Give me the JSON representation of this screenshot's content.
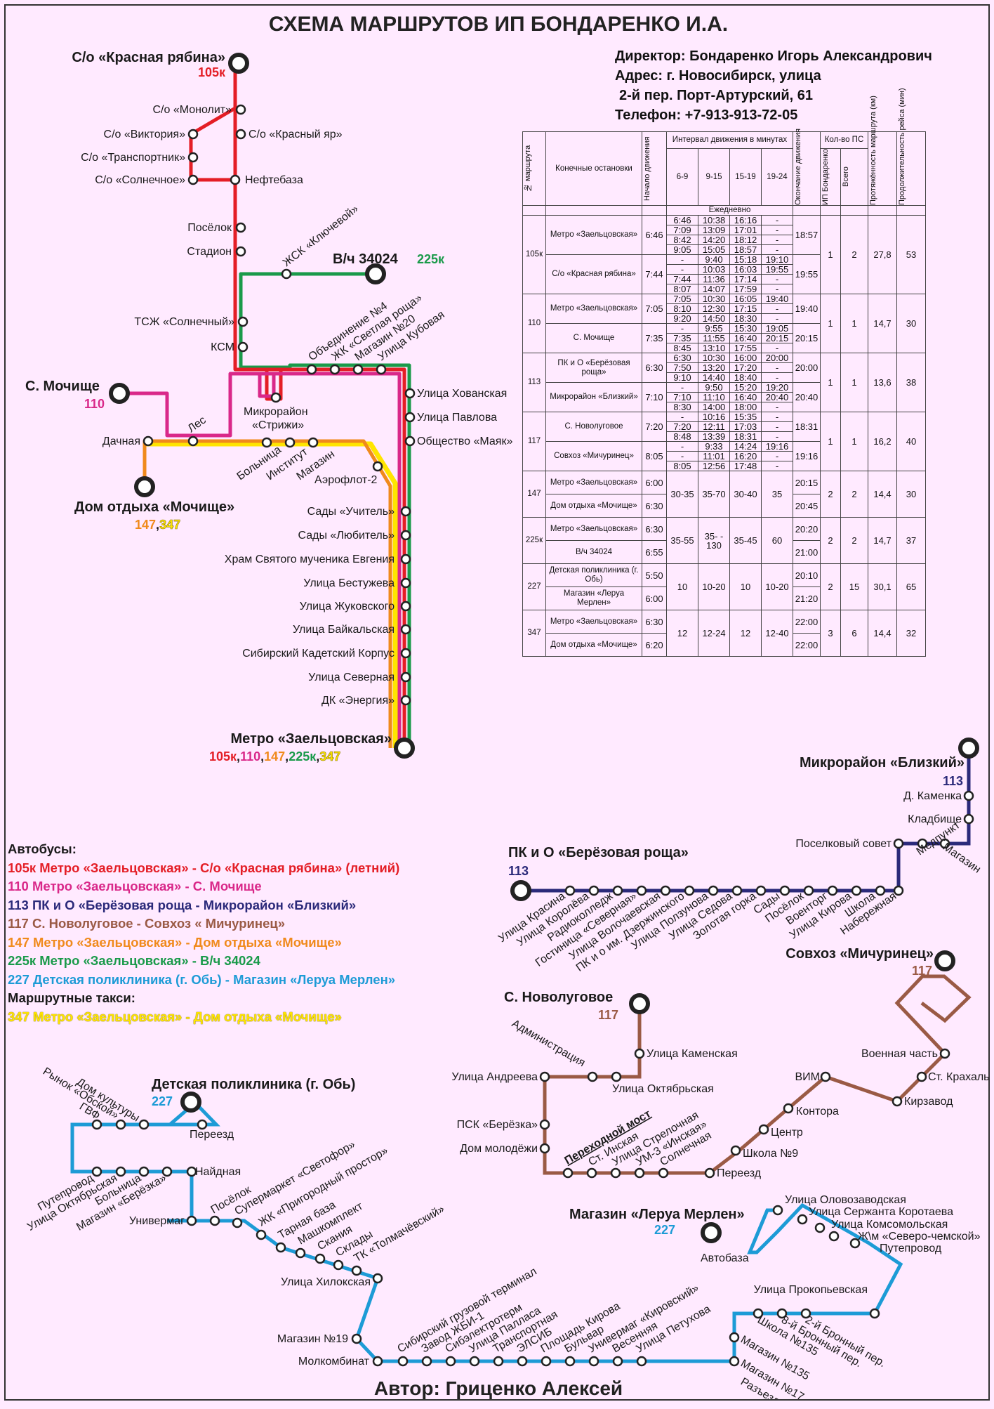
{
  "title": "СХЕМА МАРШРУТОВ ИП БОНДАРЕНКО И.А.",
  "info": [
    "Директор: Бондаренко Игорь Александрович",
    "Адрес: г. Новосибирск, улица",
    "2-й пер. Порт-Артурский, 61",
    "Телефон: +7-913-913-72-05"
  ],
  "author": "Автор: Гриценко Алексей",
  "legend": {
    "buses_heading": "Автобусы:",
    "taxis_heading": "Маршрутные такси:",
    "items": [
      {
        "text": "105к Метро «Заельцовская» - С/о «Красная рябина» (летний)",
        "color": "#e41e26"
      },
      {
        "text": "110 Метро «Заельцовская» - С. Мочище",
        "color": "#d92889"
      },
      {
        "text": "113 ПК и О «Берёзовая роща - Микрорайон «Близкий»",
        "color": "#2b2a7a"
      },
      {
        "text": "117 С. Новолуговое - Совхоз « Мичуринец»",
        "color": "#9a5a45"
      },
      {
        "text": "147 Метро «Заельцовская» - Дом отдыха «Мочище»",
        "color": "#f08a1c"
      },
      {
        "text": "225к Метро «Заельцовская» - В/ч 34024",
        "color": "#1a9a4a"
      },
      {
        "text": "227 Детская поликлиника (г. Обь) - Магазин «Леруа Мерлен»",
        "color": "#1d9bd6"
      }
    ],
    "taxi_items": [
      {
        "text": "347 Метро «Заельцовская» - Дом отдыха «Мочище»",
        "color": "#ffe500"
      }
    ]
  },
  "colors": {
    "r105": "#e41e26",
    "r110": "#d92889",
    "r113": "#2b2a7a",
    "r117": "#9a5a45",
    "r147": "#f08a1c",
    "r225": "#1a9a4a",
    "r227": "#1d9bd6",
    "r347": "#ffe500",
    "background": "#ffeaff"
  },
  "map": {
    "north": {
      "terminals": {
        "red_ryabina": "С/о «Красная рябина»",
        "red_ryabina_code": "105к",
        "vch": "В/ч 34024",
        "vch_code": "225к",
        "mochische": "С. Мочище",
        "mochische_code": "110",
        "dom_otdyha": "Дом отдыха «Мочище»",
        "dom_codes": [
          "147",
          ",",
          "347"
        ],
        "metro": "Метро «Заельцовская»",
        "metro_codes": [
          "105к",
          ",",
          "110",
          ",",
          "147",
          ",",
          "225к",
          ",",
          "347"
        ]
      },
      "stops": [
        "С/о «Монолит»",
        "С/о «Виктория»",
        "С/о «Красный яр»",
        "С/о «Транспортник»",
        "С/о «Солнечное»",
        "Нефтебаза",
        "Посёлок",
        "Стадион",
        "ЖСК «Ключевой»",
        "ТСЖ «Солнечный»",
        "КСМ",
        "Объединение №4",
        "ЖК «Светлая роща»",
        "Магазин №20",
        "Улица Кубовая",
        "Улица Хованская",
        "Улица Павлова",
        "Общество «Маяк»",
        "Микрорайон",
        "«Стрижи»",
        "Лес",
        "Дачная",
        "Больница",
        "Институт",
        "Магазин",
        "Аэрофлот-2",
        "Сады «Учитель»",
        "Сады «Любитель»",
        "Храм Святого мученика Евгения",
        "Улица Бестужева",
        "Улица Жуковского",
        "Улица Байкальская",
        "Сибирский Кадетский Корпус",
        "Улица Северная",
        "ДК «Энергия»"
      ]
    },
    "r113": {
      "terminals": {
        "blizkiy": "Микрорайон «Близкий»",
        "code": "113",
        "roscha": "ПК и О «Берёзовая роща»",
        "code2": "113"
      },
      "stops": [
        "Д. Каменка",
        "Кладбище",
        "Поселковый совет",
        "Медпункт",
        "Магазин",
        "Улица Красина",
        "Улица Королёва",
        "Радиоколледж",
        "Гостиница «Северная»",
        "Улица Волочаевская",
        "ПК и о им. Дзержинского",
        "Улица Ползунова",
        "Улица Седова",
        "Золотая горка",
        "Сады",
        "Посёлок",
        "Военторг",
        "Улица Кирова",
        "Школа",
        "Набережная"
      ]
    },
    "r117": {
      "terminals": {
        "michurinets": "Совхоз «Мичуринец»",
        "code": "117",
        "novolugovoe": "С. Новолуговое",
        "code2": "117"
      },
      "stops": [
        "Администрация",
        "Улица Каменская",
        "Улица Андреева",
        "Улица Октябрьская",
        "ПСК «Берёзка»",
        "Дом молодёжи",
        "Переходной мост",
        "Ст. Инская",
        "Улица Стрелочная",
        "УМ-3 «Инская»",
        "Солнечная",
        "Переезд",
        "Школа №9",
        "Центр",
        "Контора",
        "ВИМ",
        "Военная часть",
        "Ст. Крахаль",
        "Кирзавод"
      ]
    },
    "r227": {
      "terminals": {
        "poliklinika": "Детская поликлиника (г. Обь)",
        "code": "227",
        "leroy": "Магазин «Леруа Мерлен»",
        "code2": "227"
      },
      "stops": [
        "Рынок «Обской»",
        "Дом культуры",
        "ГВФ",
        "Переезд",
        "Путепровод",
        "Улица Октябрьская",
        "Больница",
        "Магазин «Берёзка»",
        "Найдная",
        "Универмаг",
        "Посёлок",
        "Супермаркет «Светофор»",
        "ЖК «Пригородный простор»",
        "Тарная база",
        "Машкомплект",
        "Скания",
        "Склады",
        "ТК «Толмачёвский»",
        "Улица Хилокская",
        "Магазин №19",
        "Молкомбинат",
        "Сибирский грузовой терминал",
        "Завод ЖБИ-1",
        "Сибэлектротерм",
        "Улица Палласа",
        "Транспортная",
        "ЭЛСИБ",
        "Площадь Кирова",
        "Бульвар",
        "Универмаг «Кировский»",
        "Весенняя",
        "Улица Петухова",
        "Магазин №135",
        "Школа №135",
        "8-й Бронный пер.",
        "2-й Бронный пер.",
        "Магазин №17",
        "Разъезд",
        "Автобаза",
        "Улица Оловозаводская",
        "Улица Сержанта Коротаева",
        "Улица Комсомольская",
        "Ж\\м «Северо-чемской»",
        "Путепровод",
        "Улица Прокопьевская"
      ]
    }
  },
  "schedule": {
    "headers": {
      "route": "№ маршрута",
      "terminals": "Конечные остановки",
      "start": "Начало движения",
      "interval": "Интервал движения в минутах",
      "end": "Окончание движения",
      "count": "Кол-во ПС",
      "ip": "ИП Бондаренко",
      "total": "Всего",
      "length": "Протяжённость маршрута (км)",
      "duration": "Продолжительность рейса (мин)",
      "daily": "Ежедневно",
      "cols": [
        "6-9",
        "9-15",
        "15-19",
        "19-24"
      ]
    },
    "routes": [
      {
        "route": "105к",
        "ip": "1",
        "total": "2",
        "length": "27,8",
        "duration": "53",
        "groups": [
          {
            "stop": "Метро «Заельцовская»",
            "start": "6:46",
            "end": "18:57",
            "times": [
              [
                "6:46",
                "10:38",
                "16:16",
                "-"
              ],
              [
                "7:09",
                "13:09",
                "17:01",
                "-"
              ],
              [
                "8:42",
                "14:20",
                "18:12",
                "-"
              ],
              [
                "9:05",
                "15:05",
                "18:57",
                "-"
              ]
            ]
          },
          {
            "stop": "С/о «Красная рябина»",
            "start": "7:44",
            "end": "19:55",
            "times": [
              [
                "-",
                "9:40",
                "15:18",
                "19:10"
              ],
              [
                "-",
                "10:03",
                "16:03",
                "19:55"
              ],
              [
                "7:44",
                "11:36",
                "17:14",
                "-"
              ],
              [
                "8:07",
                "14:07",
                "17:59",
                "-"
              ]
            ]
          }
        ]
      },
      {
        "route": "110",
        "ip": "1",
        "total": "1",
        "length": "14,7",
        "duration": "30",
        "groups": [
          {
            "stop": "Метро «Заельцовская»",
            "start": "7:05",
            "end": "19:40",
            "times": [
              [
                "7:05",
                "10:30",
                "16:05",
                "19:40"
              ],
              [
                "8:10",
                "12:30",
                "17:15",
                "-"
              ],
              [
                "9:20",
                "14:50",
                "18:30",
                "-"
              ]
            ]
          },
          {
            "stop": "С. Мочище",
            "start": "7:35",
            "end": "20:15",
            "times": [
              [
                "-",
                "9:55",
                "15:30",
                "19:05"
              ],
              [
                "7:35",
                "11:55",
                "16:40",
                "20:15"
              ],
              [
                "8:45",
                "13:10",
                "17:55",
                "-"
              ]
            ]
          }
        ]
      },
      {
        "route": "113",
        "ip": "1",
        "total": "1",
        "length": "13,6",
        "duration": "38",
        "groups": [
          {
            "stop": "ПК и О «Берёзовая роща»",
            "start": "6:30",
            "end": "20:00",
            "times": [
              [
                "6:30",
                "10:30",
                "16:00",
                "20:00"
              ],
              [
                "7:50",
                "13:20",
                "17:20",
                "-"
              ],
              [
                "9:10",
                "14:40",
                "18:40",
                "-"
              ]
            ]
          },
          {
            "stop": "Микрорайон «Близкий»",
            "start": "7:10",
            "end": "20:40",
            "times": [
              [
                "-",
                "9:50",
                "15:20",
                "19:20"
              ],
              [
                "7:10",
                "11:10",
                "16:40",
                "20:40"
              ],
              [
                "8:30",
                "14:00",
                "18:00",
                "-"
              ]
            ]
          }
        ]
      },
      {
        "route": "117",
        "ip": "1",
        "total": "1",
        "length": "16,2",
        "duration": "40",
        "groups": [
          {
            "stop": "С. Новолуговое",
            "start": "7:20",
            "end": "18:31",
            "times": [
              [
                "-",
                "10:16",
                "15:35",
                "-"
              ],
              [
                "7:20",
                "12:11",
                "17:03",
                "-"
              ],
              [
                "8:48",
                "13:39",
                "18:31",
                "-"
              ]
            ]
          },
          {
            "stop": "Совхоз «Мичуринец»",
            "start": "8:05",
            "end": "19:16",
            "times": [
              [
                "-",
                "9:33",
                "14:24",
                "19:16"
              ],
              [
                "-",
                "11:01",
                "16:20",
                "-"
              ],
              [
                "8:05",
                "12:56",
                "17:48",
                "-"
              ]
            ]
          }
        ]
      },
      {
        "route": "147",
        "ip": "2",
        "total": "2",
        "length": "14,4",
        "duration": "30",
        "intervals": [
          "30-35",
          "35-70",
          "30-40",
          "35"
        ],
        "rows": [
          {
            "stop": "Метро «Заельцовская»",
            "start": "6:00",
            "end": "20:15"
          },
          {
            "stop": "Дом отдыха «Мочище»",
            "start": "6:30",
            "end": "20:45"
          }
        ]
      },
      {
        "route": "225к",
        "ip": "2",
        "total": "2",
        "length": "14,7",
        "duration": "37",
        "intervals": [
          "35-55",
          "35- - 130",
          "35-45",
          "60"
        ],
        "rows": [
          {
            "stop": "Метро «Заельцовская»",
            "start": "6:30",
            "end": "20:20"
          },
          {
            "stop": "В/ч 34024",
            "start": "6:55",
            "end": "21:00"
          }
        ]
      },
      {
        "route": "227",
        "ip": "2",
        "total": "15",
        "length": "30,1",
        "duration": "65",
        "intervals": [
          "10",
          "10-20",
          "10",
          "10-20"
        ],
        "rows": [
          {
            "stop": "Детская поликлиника (г. Обь)",
            "start": "5:50",
            "end": "20:10"
          },
          {
            "stop": "Магазин «Леруа Мерлен»",
            "start": "6:00",
            "end": "21:20"
          }
        ]
      },
      {
        "route": "347",
        "ip": "3",
        "total": "6",
        "length": "14,4",
        "duration": "32",
        "intervals": [
          "12",
          "12-24",
          "12",
          "12-40"
        ],
        "rows": [
          {
            "stop": "Метро «Заельцовская»",
            "start": "6:30",
            "end": "22:00"
          },
          {
            "stop": "Дом отдыха «Мочище»",
            "start": "6:20",
            "end": "22:00"
          }
        ]
      }
    ]
  }
}
